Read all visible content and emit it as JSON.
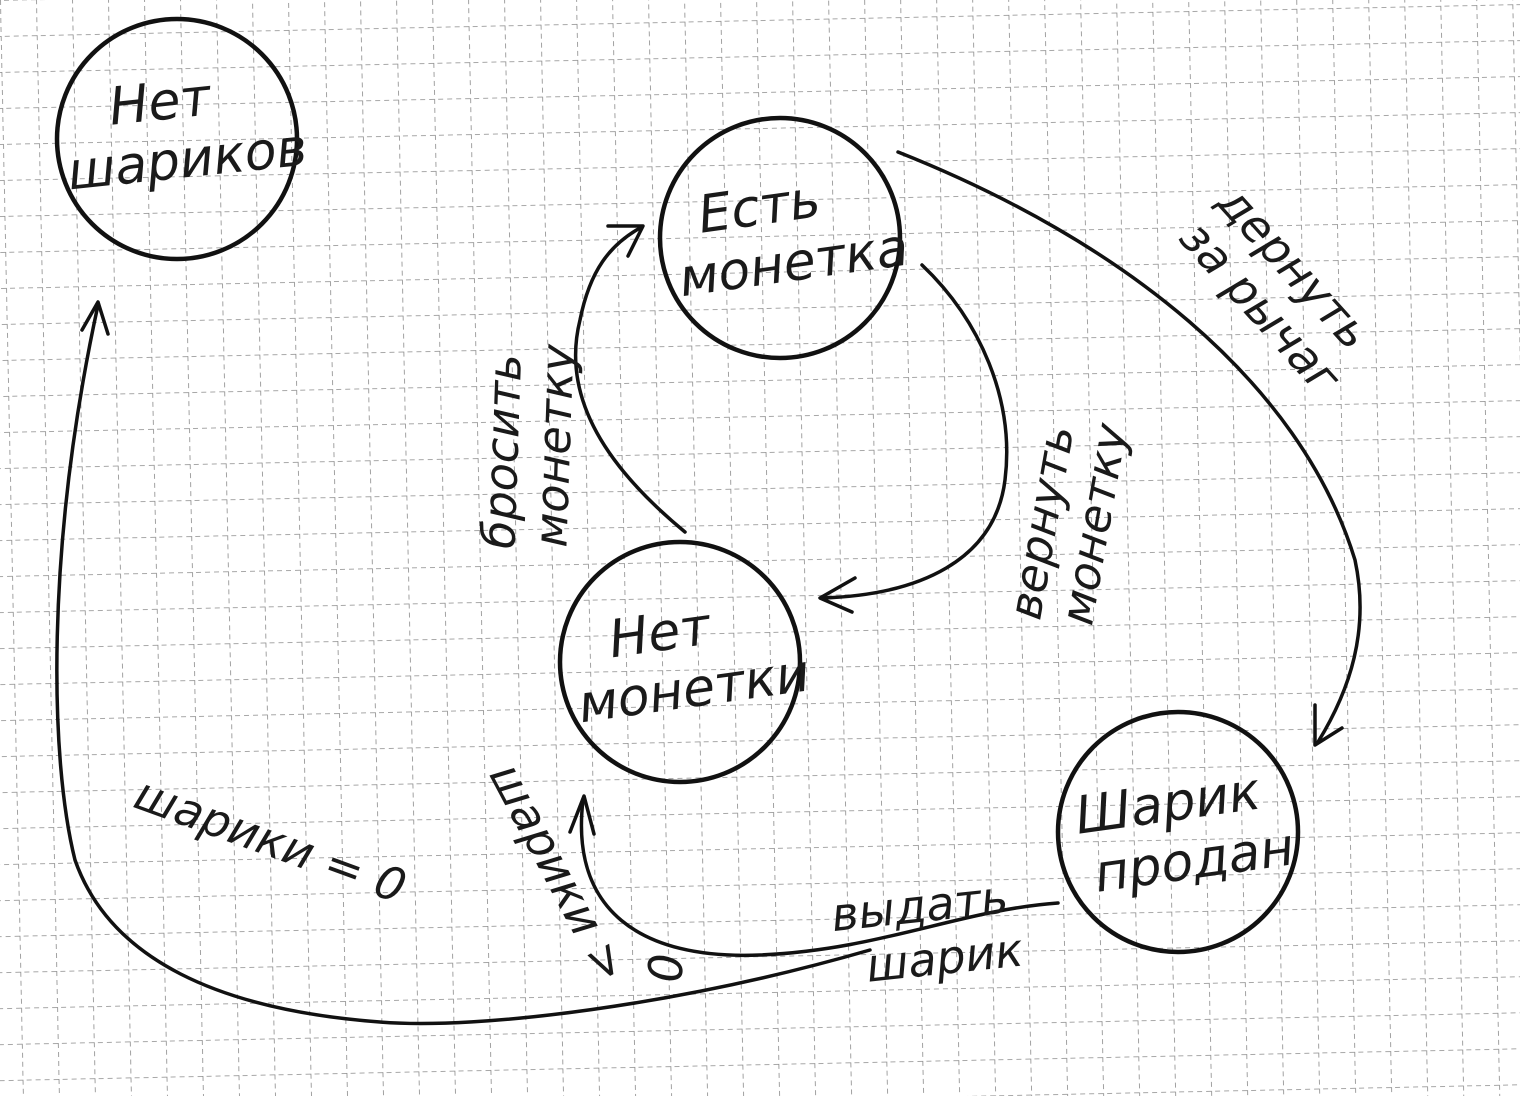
{
  "states": [
    {
      "id": "no-balls",
      "lines": [
        "Нет",
        "шариков"
      ]
    },
    {
      "id": "has-coin",
      "lines": [
        "Есть",
        "монетка"
      ]
    },
    {
      "id": "no-coin",
      "lines": [
        "Нет",
        "монетки"
      ]
    },
    {
      "id": "ball-sold",
      "lines": [
        "Шарик",
        "продан"
      ]
    }
  ],
  "transitions": [
    {
      "id": "insert-coin",
      "from": "no-coin",
      "to": "has-coin",
      "lines": [
        "бросить",
        "монетку"
      ]
    },
    {
      "id": "return-coin",
      "from": "has-coin",
      "to": "no-coin",
      "lines": [
        "вернуть",
        "монетку"
      ]
    },
    {
      "id": "turn-crank",
      "from": "has-coin",
      "to": "ball-sold",
      "lines": [
        "дернуть",
        "за рычаг"
      ]
    },
    {
      "id": "dispense",
      "from": "ball-sold",
      "to": "no-coin",
      "lines": [
        "выдать",
        "шарик"
      ]
    },
    {
      "id": "balls-zero",
      "from": "ball-sold",
      "to": "no-balls",
      "lines": [
        "шарики = 0"
      ]
    },
    {
      "id": "balls-positive",
      "from": "ball-sold",
      "to": "no-coin",
      "lines": [
        "шарики >",
        "0"
      ]
    }
  ],
  "colors": {
    "ink": "#111111",
    "paper": "#ffffff",
    "grid": "#8a8a8a"
  }
}
